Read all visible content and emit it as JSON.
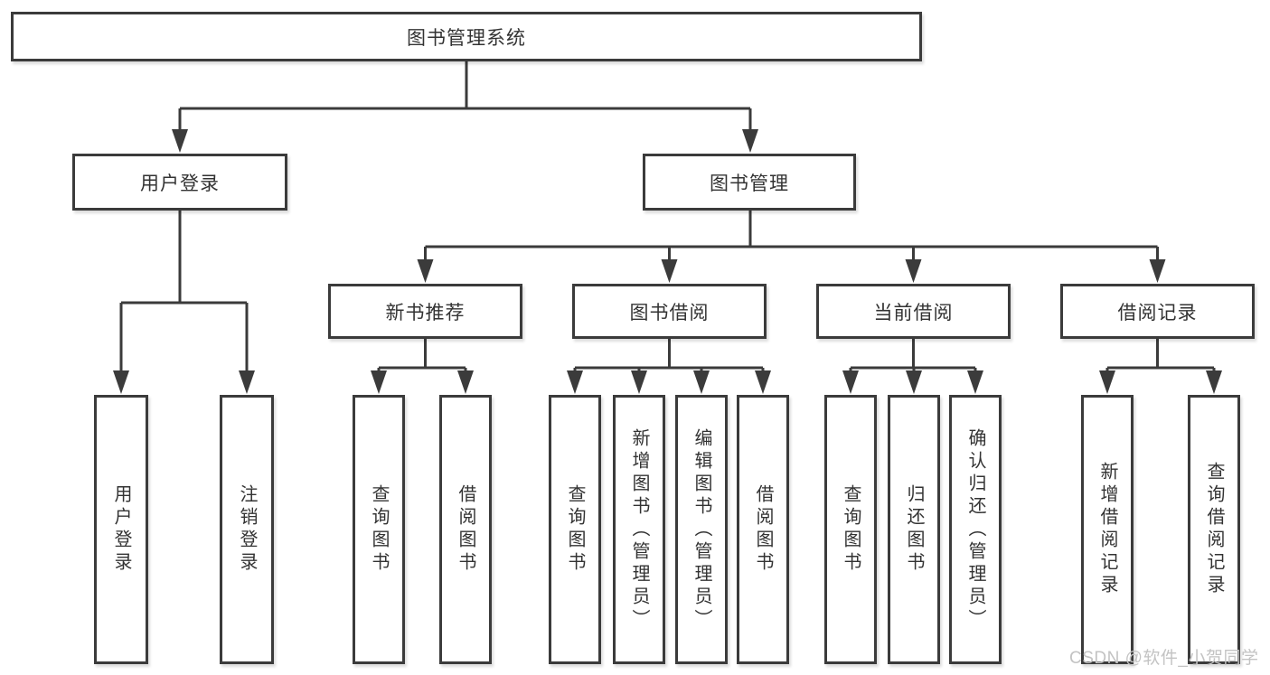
{
  "nodes": {
    "root": "图书管理系统",
    "tier2": {
      "user_login": "用户登录",
      "book_mgmt": "图书管理"
    },
    "tier3": {
      "new_books": "新书推荐",
      "book_borrow": "图书借阅",
      "current_borrow": "当前借阅",
      "borrow_records": "借阅记录"
    },
    "leaves": {
      "user_login": [
        "用户登录",
        "注销登录"
      ],
      "new_books": [
        "查询图书",
        "借阅图书"
      ],
      "book_borrow": [
        "查询图书",
        "新增图书（管理员）",
        "编辑图书（管理员）",
        "借阅图书"
      ],
      "current_borrow": [
        "查询图书",
        "归还图书",
        "确认归还（管理员）"
      ],
      "borrow_records": [
        "新增借阅记录",
        "查询借阅记录"
      ]
    }
  },
  "watermark": "CSDN @软件_小贺同学",
  "colors": {
    "line": "#3b3b3b",
    "text": "#333333",
    "watermark": "#c3c3c3",
    "background": "#ffffff"
  }
}
